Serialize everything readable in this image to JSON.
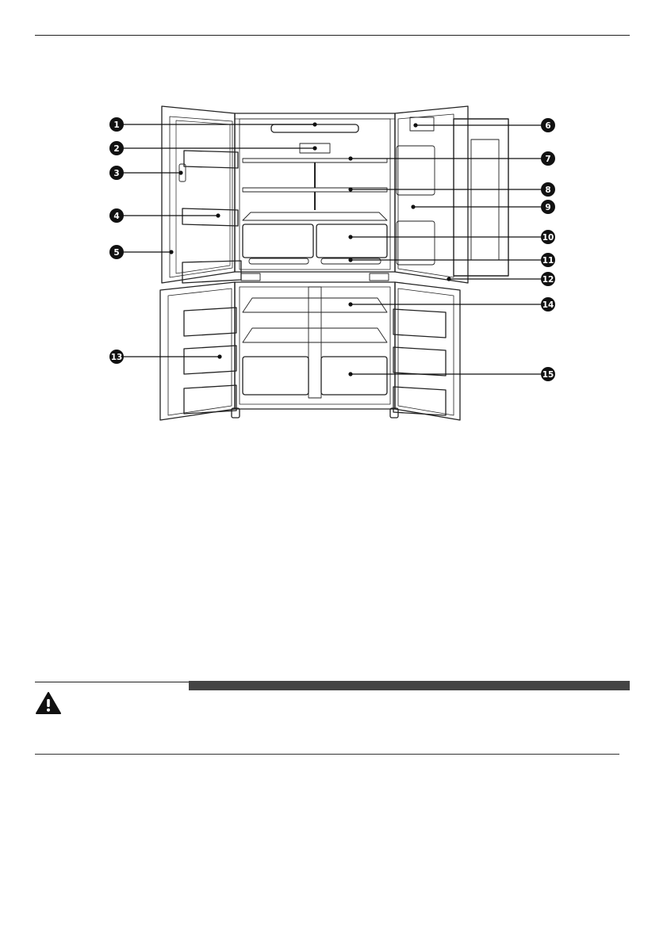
{
  "diagram": {
    "callouts": [
      {
        "num": "1"
      },
      {
        "num": "2"
      },
      {
        "num": "3"
      },
      {
        "num": "4"
      },
      {
        "num": "5"
      },
      {
        "num": "6"
      },
      {
        "num": "7"
      },
      {
        "num": "8"
      },
      {
        "num": "9"
      },
      {
        "num": "10"
      },
      {
        "num": "11"
      },
      {
        "num": "12"
      },
      {
        "num": "13"
      },
      {
        "num": "14"
      },
      {
        "num": "15"
      }
    ]
  },
  "warning": {
    "icon": "warning-triangle-icon",
    "bar_color": "#444444"
  }
}
